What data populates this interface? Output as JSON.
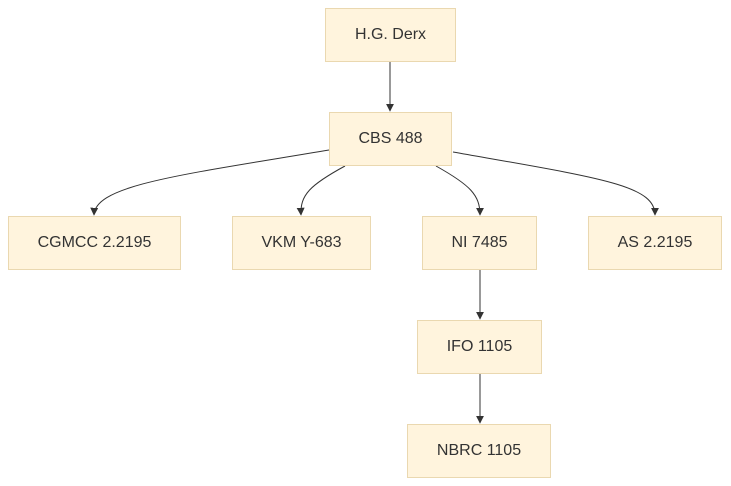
{
  "diagram": {
    "nodes": [
      {
        "id": "derx",
        "label": "H.G. Derx"
      },
      {
        "id": "cbs",
        "label": "CBS 488"
      },
      {
        "id": "cgmcc",
        "label": "CGMCC 2.2195"
      },
      {
        "id": "vkm",
        "label": "VKM Y-683"
      },
      {
        "id": "ni",
        "label": "NI 7485"
      },
      {
        "id": "as",
        "label": "AS 2.2195"
      },
      {
        "id": "ifo",
        "label": "IFO 1105"
      },
      {
        "id": "nbrc",
        "label": "NBRC 1105"
      }
    ],
    "edges": [
      {
        "from": "derx",
        "to": "cbs"
      },
      {
        "from": "cbs",
        "to": "cgmcc"
      },
      {
        "from": "cbs",
        "to": "vkm"
      },
      {
        "from": "cbs",
        "to": "ni"
      },
      {
        "from": "cbs",
        "to": "as"
      },
      {
        "from": "ni",
        "to": "ifo"
      },
      {
        "from": "ifo",
        "to": "nbrc"
      }
    ],
    "colors": {
      "node_fill": "#fff4dd",
      "node_border": "#ead8b0",
      "edge": "#333333",
      "text": "#333333"
    }
  }
}
